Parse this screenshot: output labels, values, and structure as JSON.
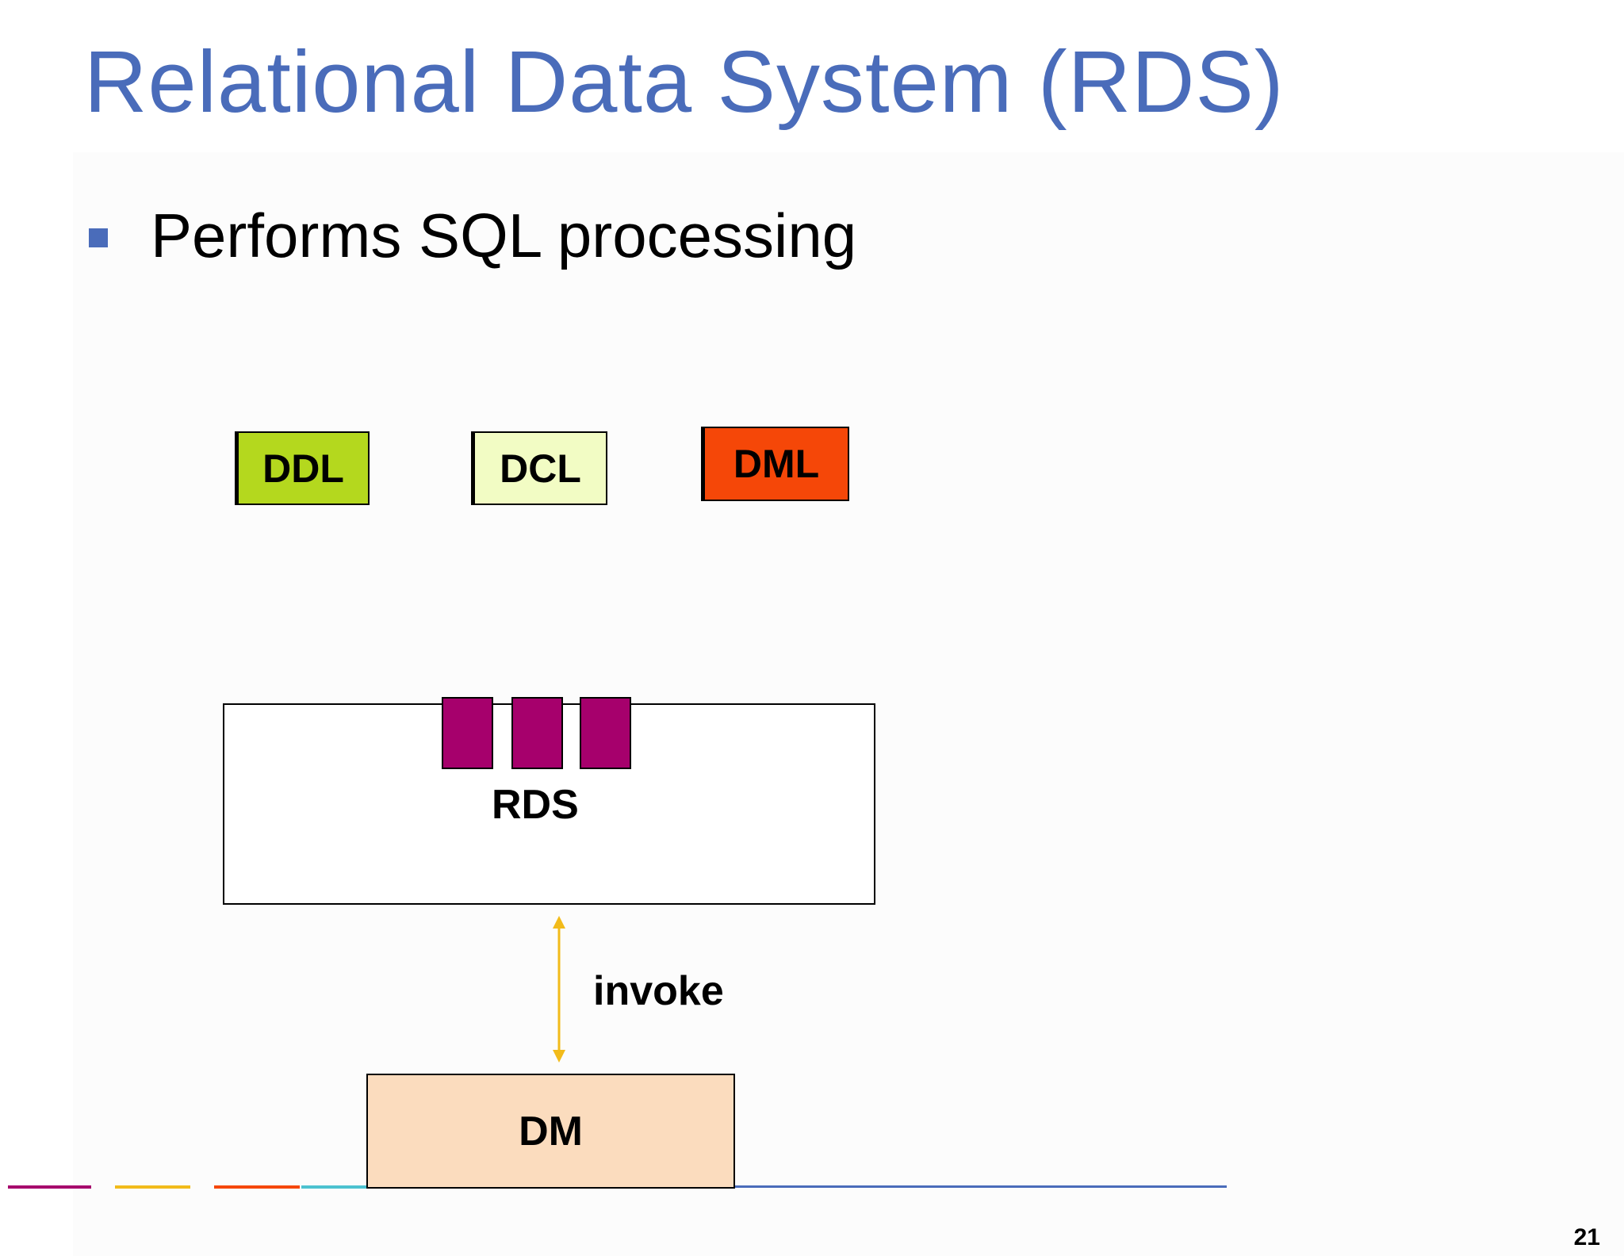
{
  "slide": {
    "title": "Relational Data System (RDS)",
    "bullet": "Performs SQL processing",
    "page_number": "21"
  },
  "diagram": {
    "tags": {
      "ddl": {
        "label": "DDL",
        "color": "#b4d81e"
      },
      "dcl": {
        "label": "DCL",
        "color": "#f2fcc4"
      },
      "dml": {
        "label": "DML",
        "color": "#f54708"
      }
    },
    "rds": {
      "label": "RDS",
      "port_color": "#a6006c",
      "port_count": 3
    },
    "connector": {
      "label": "invoke",
      "color": "#f2bb1a"
    },
    "dm": {
      "label": "DM",
      "color": "#fbdcbe"
    }
  },
  "colors": {
    "title": "#4a6cba",
    "footer_dashes": [
      "#a6006c",
      "#f2bb1a",
      "#f54708",
      "#4cc2d0"
    ]
  }
}
